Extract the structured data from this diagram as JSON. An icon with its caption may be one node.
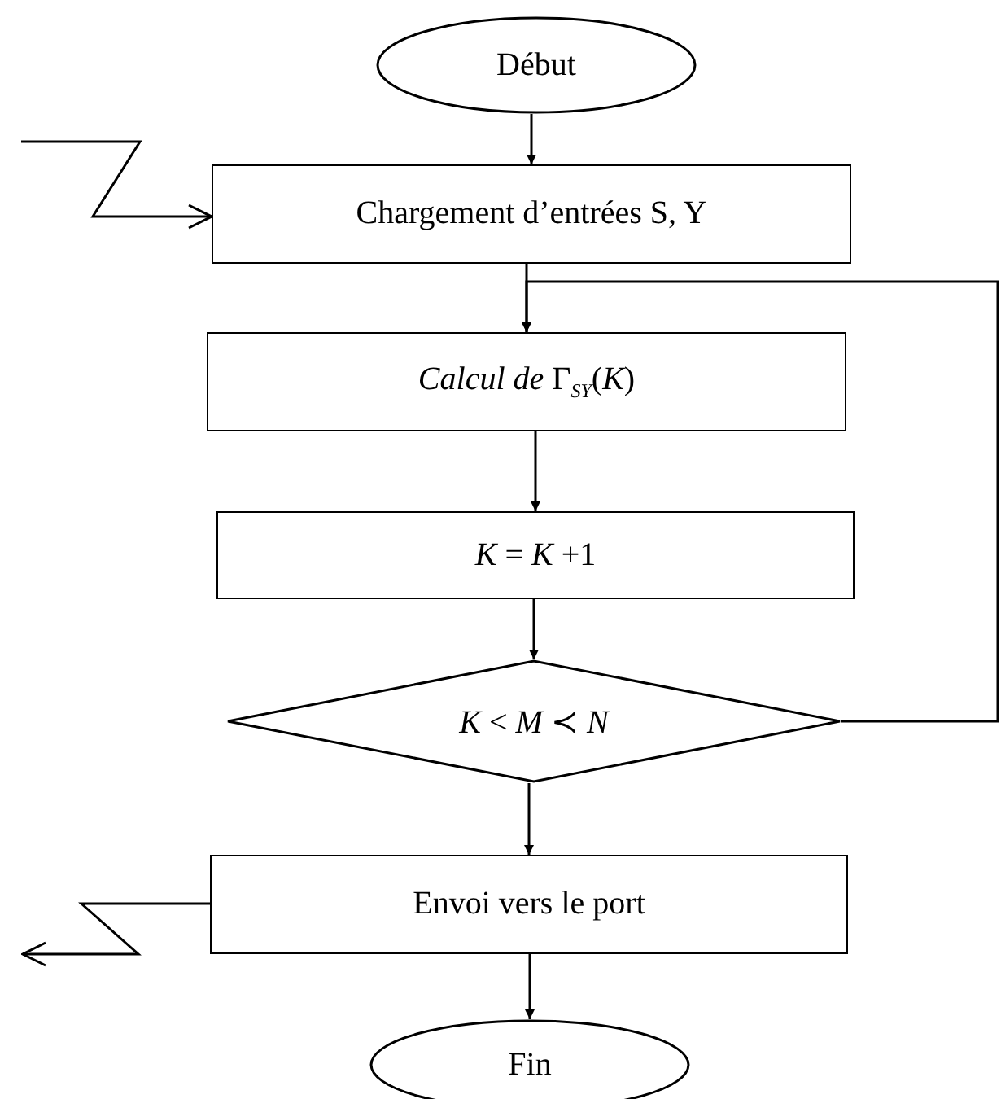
{
  "diagram": {
    "nodes": [
      {
        "text": [
          "Début"
        ]
      },
      {
        "text": [
          "Chargement d’entrées S, Y"
        ]
      },
      {
        "text": [
          "*Calcul de* Γ$_{SY}$(*K*)"
        ]
      },
      {
        "text": [
          "*K* = *K* +1"
        ]
      },
      {
        "text": [
          "*K* < *M* ≺ *N*"
        ]
      },
      {
        "text": [
          "Envoi vers le port"
        ]
      },
      {
        "text": [
          "Fin"
        ]
      }
    ],
    "edges": [
      {
        "from": 0,
        "to": 1,
        "arrow": "to"
      },
      {
        "from": null,
        "to": 1,
        "arrow": "to"
      },
      {
        "from": 1,
        "to": 2,
        "arrow": "to"
      },
      {
        "from": 4,
        "to": 2,
        "arrow": "to"
      },
      {
        "from": 2,
        "to": 3,
        "arrow": "to"
      },
      {
        "from": 3,
        "to": 4,
        "arrow": "to"
      },
      {
        "from": 4,
        "to": 5,
        "arrow": "to"
      },
      {
        "from": 5,
        "to": null,
        "arrow": "to"
      },
      {
        "from": 5,
        "to": 6,
        "arrow": "to"
      }
    ]
  }
}
